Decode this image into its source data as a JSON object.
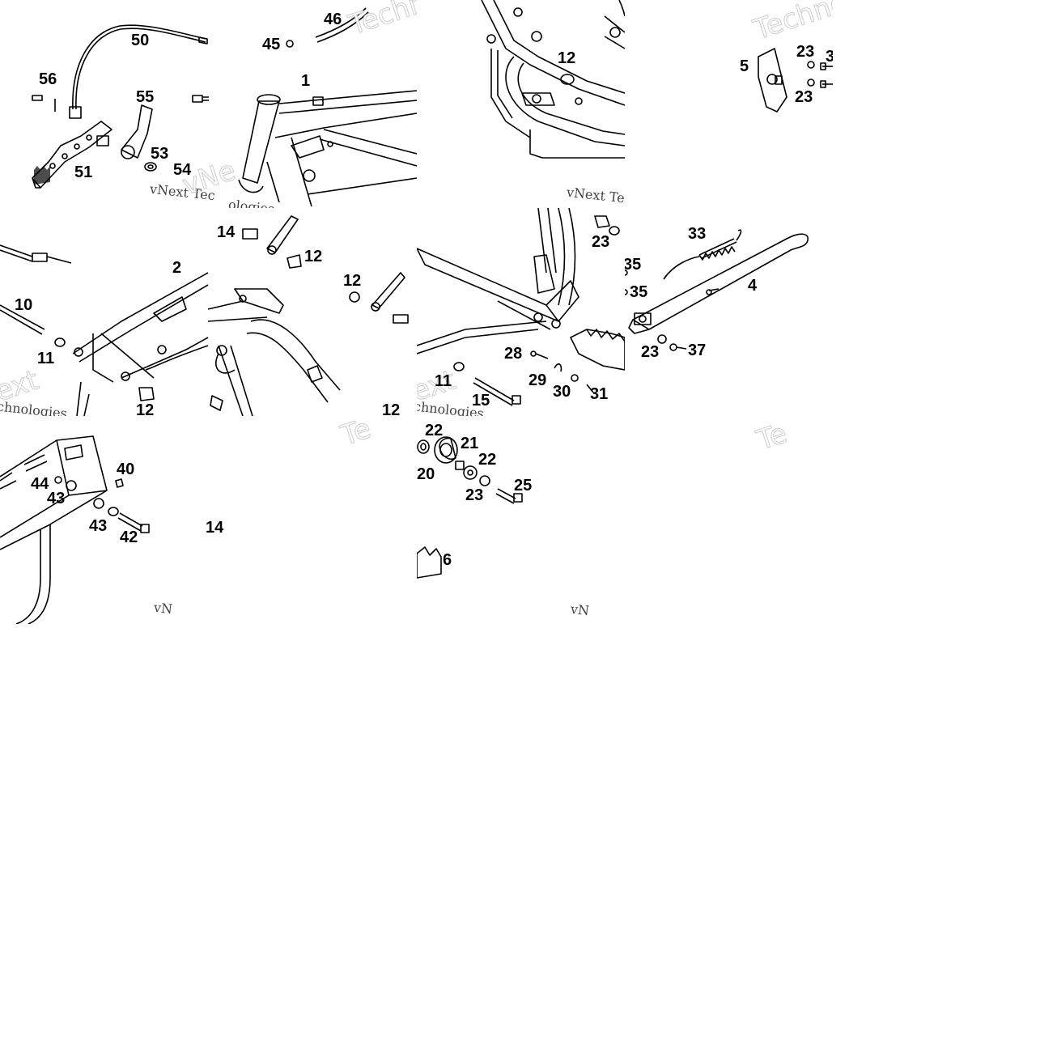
{
  "diagram": {
    "tiles": [
      {
        "id": "t00",
        "labels": [
          "50",
          "46",
          "45",
          "1",
          "56",
          "55",
          "53",
          "51",
          "54"
        ],
        "watermarks": [
          "Techno",
          "vNext Tec",
          "vNe",
          "ologies"
        ]
      },
      {
        "id": "t01",
        "labels": [
          "12"
        ],
        "watermarks": [
          "vNext Tec"
        ]
      },
      {
        "id": "t02",
        "labels": [
          "5",
          "23",
          "23",
          "3"
        ],
        "watermarks": [
          "Techno"
        ]
      },
      {
        "id": "t10",
        "labels": [
          "14",
          "12",
          "2",
          "12",
          "10",
          "11",
          "12",
          "12"
        ],
        "watermarks": [
          "ext",
          "chnologies"
        ]
      },
      {
        "id": "t11",
        "labels": [
          "23",
          "28",
          "29",
          "30",
          "31",
          "11",
          "15"
        ],
        "watermarks": [
          "ext",
          "chnologies",
          "nologies"
        ]
      },
      {
        "id": "t12",
        "labels": [
          "33",
          "35",
          "35",
          "4",
          "23",
          "37"
        ],
        "watermarks": []
      },
      {
        "id": "t20",
        "labels": [
          "40",
          "44",
          "43",
          "43",
          "42",
          "14"
        ],
        "watermarks": [
          "vN",
          "Te"
        ]
      },
      {
        "id": "t21",
        "labels": [
          "22",
          "21",
          "22",
          "20",
          "23",
          "25",
          "6"
        ],
        "watermarks": [
          "vN"
        ]
      },
      {
        "id": "t22",
        "labels": [],
        "watermarks": [
          "Te"
        ]
      }
    ]
  }
}
